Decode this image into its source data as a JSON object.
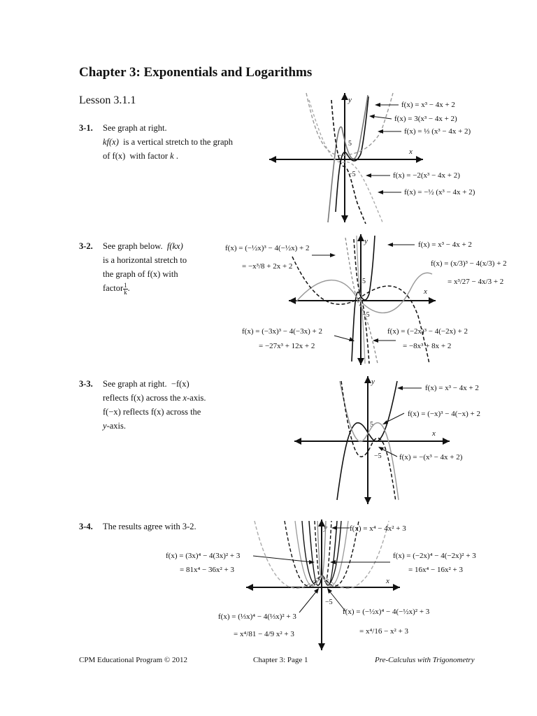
{
  "chapter_title": "Chapter 3: Exponentials and Logarithms",
  "lesson": "Lesson 3.1.1",
  "problems": [
    {
      "number": "3-1.",
      "lines": [
        "See graph at right.",
        "is a vertical stretch to the graph",
        "with factor"
      ],
      "inline_math": [
        "kf(x)",
        "of  f(x)",
        "k"
      ],
      "labels": [
        "f(x) = x³ − 4x + 2",
        "f(x) = 3(x³ − 4x + 2)",
        "f(x) = ⅓ (x³ − 4x + 2)",
        "f(x) = −2(x³ − 4x + 2)",
        "f(x) = −½ (x³ − 4x + 2)"
      ],
      "axis": {
        "x": "x",
        "y": "y",
        "tick": "5",
        "neg_tick": "−5"
      }
    },
    {
      "number": "3-2.",
      "lines": [
        "See graph below.",
        "is a horizontal stretch to",
        "the graph of",
        "with",
        "factor"
      ],
      "inline_math": [
        "f(kx)",
        "f(x)",
        "1",
        "k"
      ],
      "labels": [
        "f(x) = (−½x)³ − 4(−½x) + 2",
        "= −x³/8 + 2x + 2",
        "f(x) = x³ − 4x + 2",
        "f(x) = (x/3)³ − 4(x/3) + 2",
        "= x³/27 − 4x/3 + 2",
        "f(x) = (−3x)³ − 4(−3x) + 2",
        "= −27x³ + 12x + 2",
        "f(x) = (−2x)³ − 4(−2x) + 2",
        "= −8x³ + 8x + 2"
      ],
      "axis": {
        "x": "x",
        "y": "y",
        "tick": "5",
        "neg_tick": "−5"
      }
    },
    {
      "number": "3-3.",
      "lines": [
        "See graph at right.",
        "reflects",
        "across the",
        "-axis.",
        "reflects",
        "across the",
        "-axis."
      ],
      "inline_math": [
        "−f(x)",
        "f(x)",
        "x",
        "f(−x)",
        "f(x)",
        "y"
      ],
      "labels": [
        "f(x) = x³ − 4x + 2",
        "f(x) = (−x)³ − 4(−x) + 2",
        "f(x) = −(x³ − 4x + 2)"
      ],
      "axis": {
        "x": "x",
        "y": "y",
        "tick": "5",
        "neg_tick": "−5"
      }
    },
    {
      "number": "3-4.",
      "lines": [
        "The results agree with 3-2."
      ],
      "labels": [
        "f(x) = x⁴ − 4x² + 3",
        "f(x) = (3x)⁴ − 4(3x)² + 3",
        "= 81x⁴ − 36x² + 3",
        "f(x) = (−2x)⁴ − 4(−2x)² + 3",
        "= 16x⁴ − 16x² + 3",
        "f(x) = (⅓x)⁴ − 4(⅓x)² + 3",
        "= x⁴/81 − 4/9 x² + 3",
        "f(x) = (−½x)⁴ − 4(−½x)² + 3",
        "= x⁴/16 − x² + 3"
      ],
      "axis": {
        "x": "x",
        "y": "y",
        "neg_tick": "−5"
      }
    }
  ],
  "footer": {
    "left": "CPM Educational Program © 2012",
    "center": "Chapter 3: Page 1",
    "right": "Pre-Calculus with Trigonometry"
  }
}
